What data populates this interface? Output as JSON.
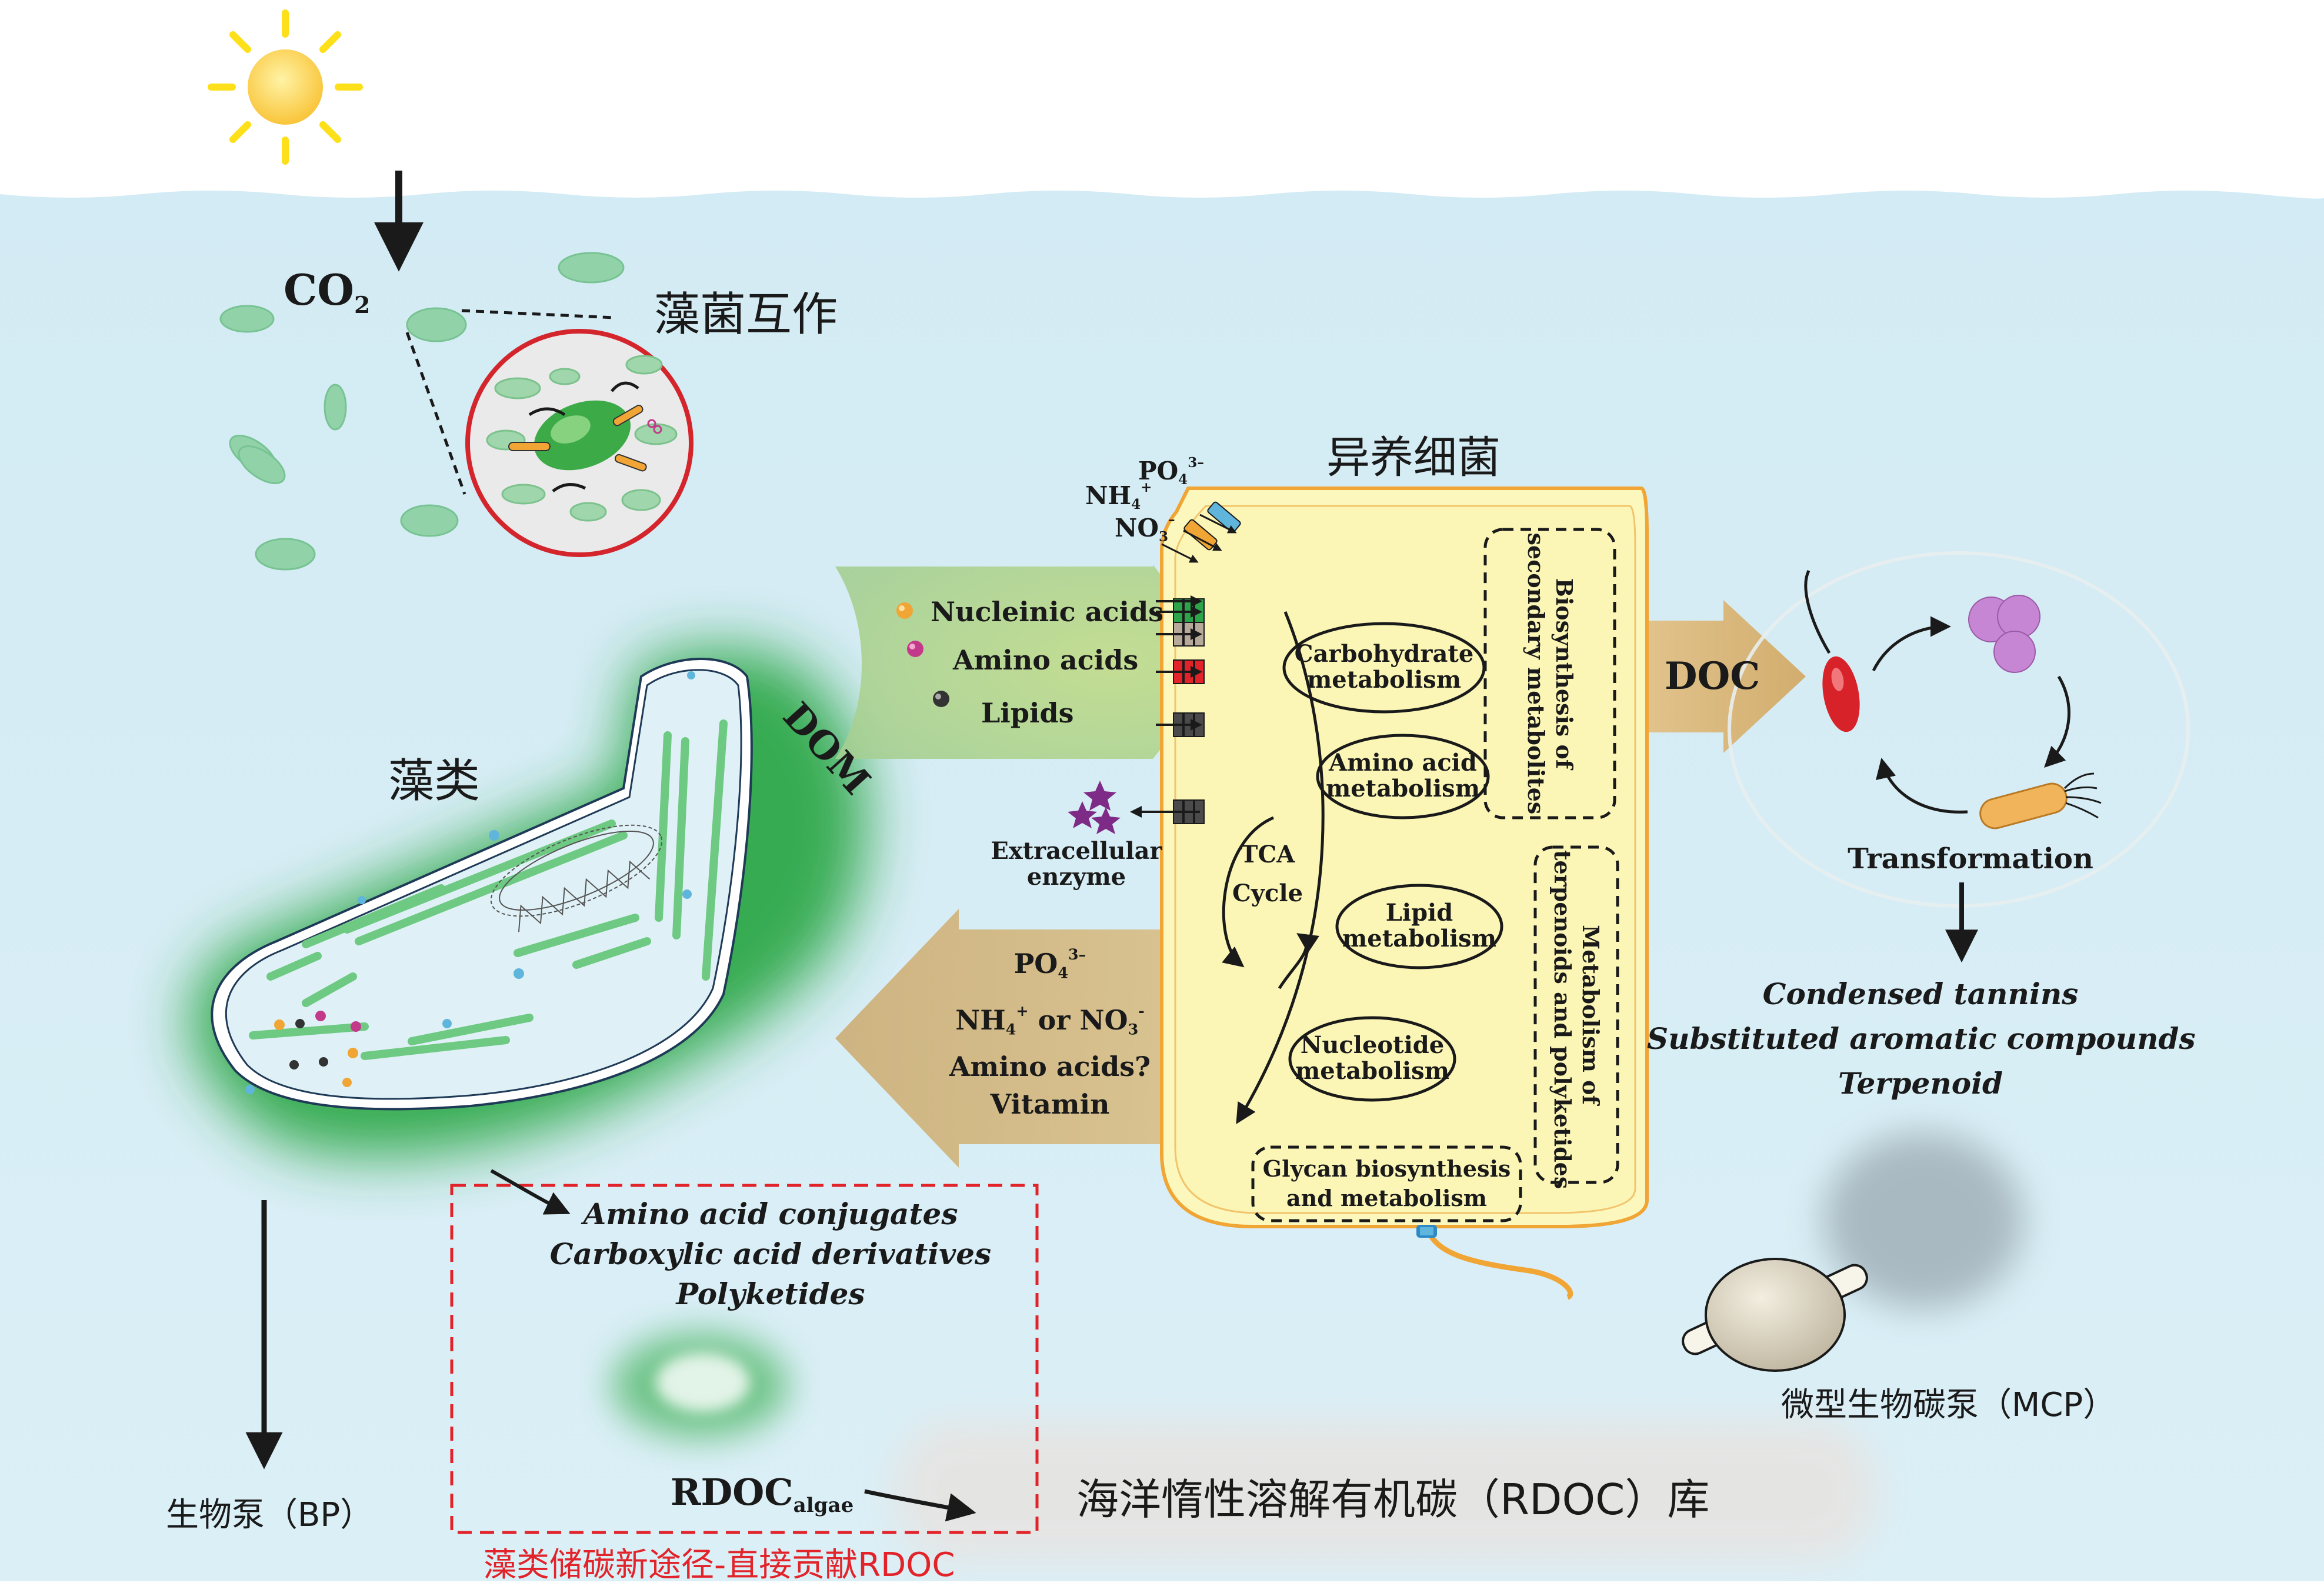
{
  "labels": {
    "co2": "CO",
    "co2_sub": "2",
    "algae_bacteria_interaction": "藻菌互作",
    "algae": "藻类",
    "heterotrophic_bacteria": "异养细菌",
    "dom": "DOM",
    "doc": "DOC",
    "po4": "PO",
    "po4_sub": "4",
    "po4_sup": "3–",
    "nh4": "NH",
    "nh4_sub": "4",
    "nh4_sup": "+",
    "no3": "NO",
    "no3_sub": "3",
    "no3_sup": "–",
    "extracellular_enzyme_line1": "Extracellular",
    "extracellular_enzyme_line2": "enzyme",
    "transformation": "Transformation",
    "biological_pump": "生物泵（BP）",
    "microbial_carbon_pump": "微型生物碳泵（MCP）",
    "rdoc_pool": "海洋惰性溶解有机碳（RDOC）库",
    "rdoc_algae": "RDOC",
    "rdoc_algae_sub": "algae",
    "new_pathway": "藻类储碳新途径-直接贡献RDOC"
  },
  "dom_items": [
    "Nucleinic acids",
    "Amino acids",
    "Lipids"
  ],
  "nutrient_box": {
    "po4": "PO",
    "po4_sub": "4",
    "po4_sup": "3–",
    "line2_nh4": "NH",
    "line2_nh4_sub": "4",
    "line2_nh4_sup": "+",
    "line2_or": " or NO",
    "line2_no3_sub": "3",
    "line2_no3_sup": "-",
    "line3": "Amino acids?",
    "line4": "Vitamin"
  },
  "metabolism": {
    "carbohydrate": [
      "Carbohydrate",
      "metabolism"
    ],
    "amino_acid": [
      "Amino acid",
      "metabolism"
    ],
    "lipid": [
      "Lipid",
      "metabolism"
    ],
    "nucleotide": [
      "Nucleotide",
      "metabolism"
    ],
    "tca": [
      "TCA",
      "Cycle"
    ],
    "glycan": [
      "Glycan biosynthesis",
      "and metabolism"
    ],
    "secondary": [
      "Biosynthesis of",
      "secondary metabolites"
    ],
    "terpenoids": [
      "Metabolism of",
      "terpenoids and polyketides"
    ]
  },
  "algae_products": [
    "Amino acid conjugates",
    "Carboxylic acid derivatives",
    "Polyketides"
  ],
  "bacteria_products": [
    "Condensed tannins",
    "Substituted aromatic compounds",
    "Terpenoid"
  ],
  "icons": {
    "sun": "sun-icon",
    "algae_cell": "algae-cell-icon",
    "bacterium_cell": "bacterium-cell-icon",
    "mcp_pump": "mcp-pump-icon",
    "enzyme": "enzyme-star-icon"
  },
  "colors": {
    "water": "#d5ecf4",
    "algae_green": "#3daa48",
    "bacterium_fill": "#fbf6b6",
    "bacterium_border": "#f0a535",
    "dom_arrow": "#a8d08d",
    "nutrient_arrow": "#d0b47c",
    "doc_arrow": "#d8b77e",
    "red_box": "#e2232a",
    "sun": "#fde01a"
  }
}
